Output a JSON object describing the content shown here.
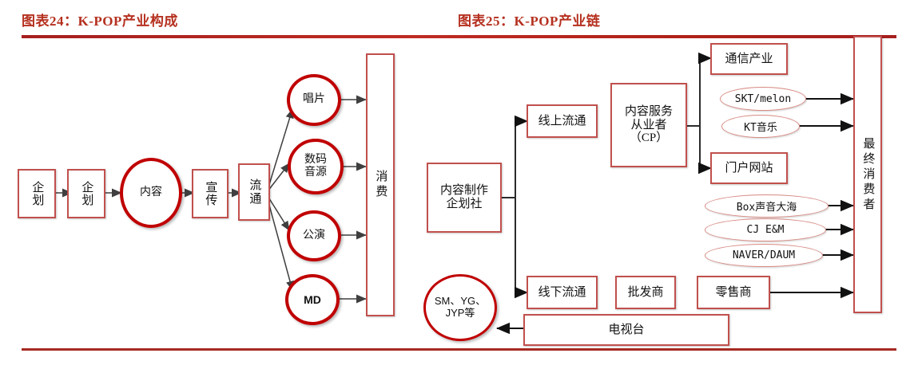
{
  "figures": {
    "left": {
      "title": "图表24：K-POP产业构成",
      "nodes": {
        "plan1": "企划",
        "plan2": "企划",
        "content": "内容",
        "promotion": "宣传",
        "distribution": "流通",
        "record": "唱片",
        "digital": "数码音源",
        "concert": "公演",
        "md": "MD",
        "consumption": "消费"
      }
    },
    "right": {
      "title": "图表25：K-POP产业链",
      "nodes": {
        "producer": "内容制作企划社",
        "agency": "SM、YG、JYP等",
        "online": "线上流通",
        "offline": "线下流通",
        "cp": "内容服务从业者（CP）",
        "telecom": "通信产业",
        "portal": "门户网站",
        "skt": "SKT/melon",
        "kt": "KT音乐",
        "box": "Box声音大海",
        "cj": "CJ E&M",
        "naver": "NAVER/DAUM",
        "wholesaler": "批发商",
        "retailer": "零售商",
        "tv": "电视台",
        "consumer": "最终消费者"
      }
    }
  },
  "colors": {
    "title": "#b5301f",
    "rule": "#a62a22",
    "box_border": "#c0504d",
    "circle_border": "#c00000",
    "ellipse_border": "#d98b84",
    "arrow": "#3f3f3f",
    "text": "#111111"
  }
}
